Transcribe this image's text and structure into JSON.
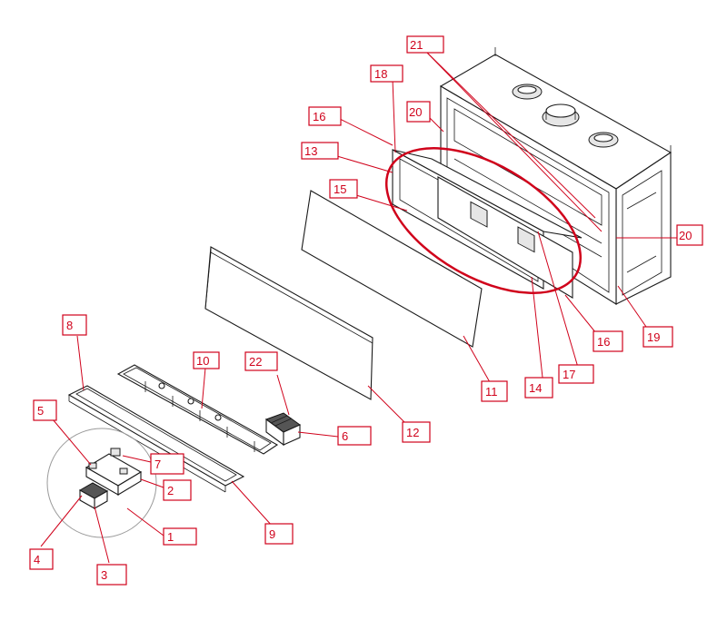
{
  "labels": [
    "1",
    "2",
    "3",
    "4",
    "5",
    "6",
    "7",
    "8",
    "9",
    "10",
    "11",
    "12",
    "13",
    "14",
    "15",
    "16",
    "17",
    "18",
    "19",
    "20",
    "21",
    "22"
  ],
  "colors": {
    "label": "#d0021b",
    "line": "#1a1a1a",
    "highlight_ellipse": "#d0021b",
    "detail_circle": "#9a9a9a"
  }
}
